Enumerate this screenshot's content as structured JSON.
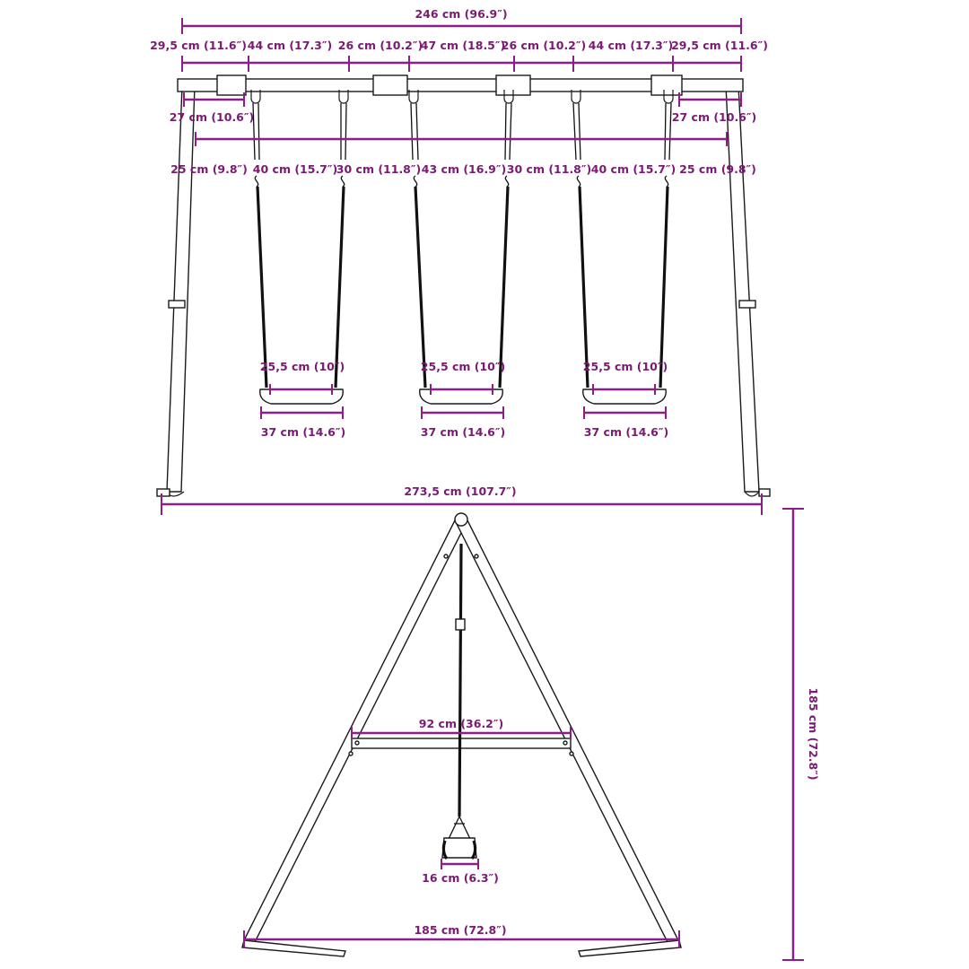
{
  "front_view": {
    "total_width": "246 cm (96.9″)",
    "bolt_spacing": [
      "29,5 cm (11.6″)",
      "44 cm (17.3″)",
      "26 cm (10.2″)",
      "47 cm (18.5″)",
      "26 cm (10.2″)",
      "44 cm (17.3″)",
      "29,5 cm (11.6″)"
    ],
    "end_offset_left": "27 cm (10.6″)",
    "end_offset_right": "27 cm (10.6″)",
    "hook_spacing": [
      "25 cm (9.8″)",
      "40 cm (15.7″)",
      "30 cm (11.8″)",
      "43 cm (16.9″)",
      "30 cm (11.8″)",
      "40 cm (15.7″)",
      "25 cm (9.8″)"
    ],
    "seats": [
      {
        "inner": "25,5 cm (10″)",
        "outer": "37 cm (14.6″)"
      },
      {
        "inner": "25,5 cm (10″)",
        "outer": "37 cm (14.6″)"
      },
      {
        "inner": "25,5 cm (10″)",
        "outer": "37 cm (14.6″)"
      }
    ],
    "base_width": "273,5 cm (107.7″)"
  },
  "side_view": {
    "crossbar_width": "92 cm (36.2″)",
    "seat_width": "16 cm (6.3″)",
    "base_width": "185 cm (72.8″)",
    "height": "185 cm (72.8″)"
  }
}
